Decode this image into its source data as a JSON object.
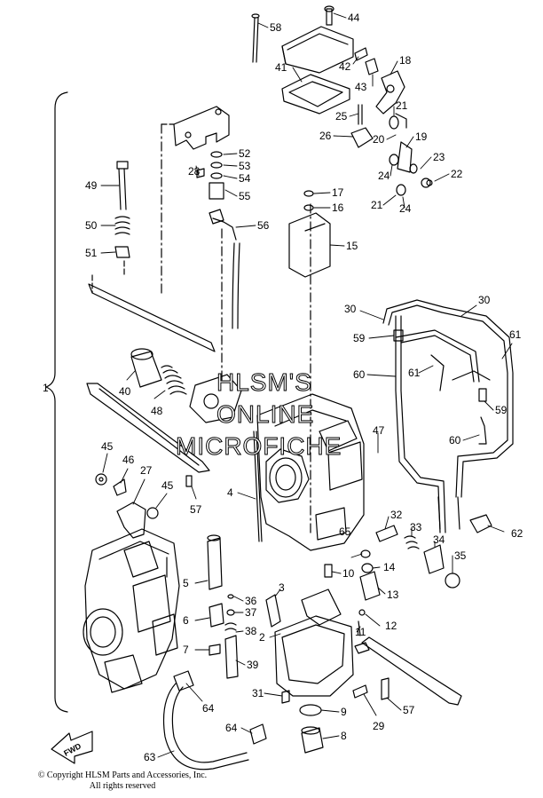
{
  "callouts": [
    {
      "n": "58"
    },
    {
      "n": "44"
    },
    {
      "n": "41"
    },
    {
      "n": "42"
    },
    {
      "n": "43"
    },
    {
      "n": "18"
    },
    {
      "n": "25"
    },
    {
      "n": "21"
    },
    {
      "n": "26"
    },
    {
      "n": "20"
    },
    {
      "n": "19"
    },
    {
      "n": "23"
    },
    {
      "n": "22"
    },
    {
      "n": "24"
    },
    {
      "n": "24"
    },
    {
      "n": "21"
    },
    {
      "n": "17"
    },
    {
      "n": "16"
    },
    {
      "n": "15"
    },
    {
      "n": "52"
    },
    {
      "n": "53"
    },
    {
      "n": "54"
    },
    {
      "n": "55"
    },
    {
      "n": "28"
    },
    {
      "n": "49"
    },
    {
      "n": "50"
    },
    {
      "n": "51"
    },
    {
      "n": "56"
    },
    {
      "n": "30"
    },
    {
      "n": "30"
    },
    {
      "n": "59"
    },
    {
      "n": "61"
    },
    {
      "n": "60"
    },
    {
      "n": "61"
    },
    {
      "n": "59"
    },
    {
      "n": "60"
    },
    {
      "n": "40"
    },
    {
      "n": "48"
    },
    {
      "n": "1"
    },
    {
      "n": "47"
    },
    {
      "n": "45"
    },
    {
      "n": "46"
    },
    {
      "n": "27"
    },
    {
      "n": "45"
    },
    {
      "n": "57"
    },
    {
      "n": "4"
    },
    {
      "n": "32"
    },
    {
      "n": "33"
    },
    {
      "n": "34"
    },
    {
      "n": "35"
    },
    {
      "n": "62"
    },
    {
      "n": "65"
    },
    {
      "n": "14"
    },
    {
      "n": "10"
    },
    {
      "n": "13"
    },
    {
      "n": "5"
    },
    {
      "n": "3"
    },
    {
      "n": "36"
    },
    {
      "n": "37"
    },
    {
      "n": "6"
    },
    {
      "n": "38"
    },
    {
      "n": "2"
    },
    {
      "n": "12"
    },
    {
      "n": "11"
    },
    {
      "n": "7"
    },
    {
      "n": "39"
    },
    {
      "n": "31"
    },
    {
      "n": "64"
    },
    {
      "n": "9"
    },
    {
      "n": "29"
    },
    {
      "n": "57"
    },
    {
      "n": "64"
    },
    {
      "n": "8"
    },
    {
      "n": "63"
    }
  ],
  "watermark": {
    "line1": "HLSM'S",
    "line2": "ONLINE",
    "line3": "MICROFICHE"
  },
  "fwd_label": "FWD",
  "copyright": {
    "line1": "© Copyright HLSM Parts and Accessories, Inc.",
    "line2": "All rights reserved"
  }
}
